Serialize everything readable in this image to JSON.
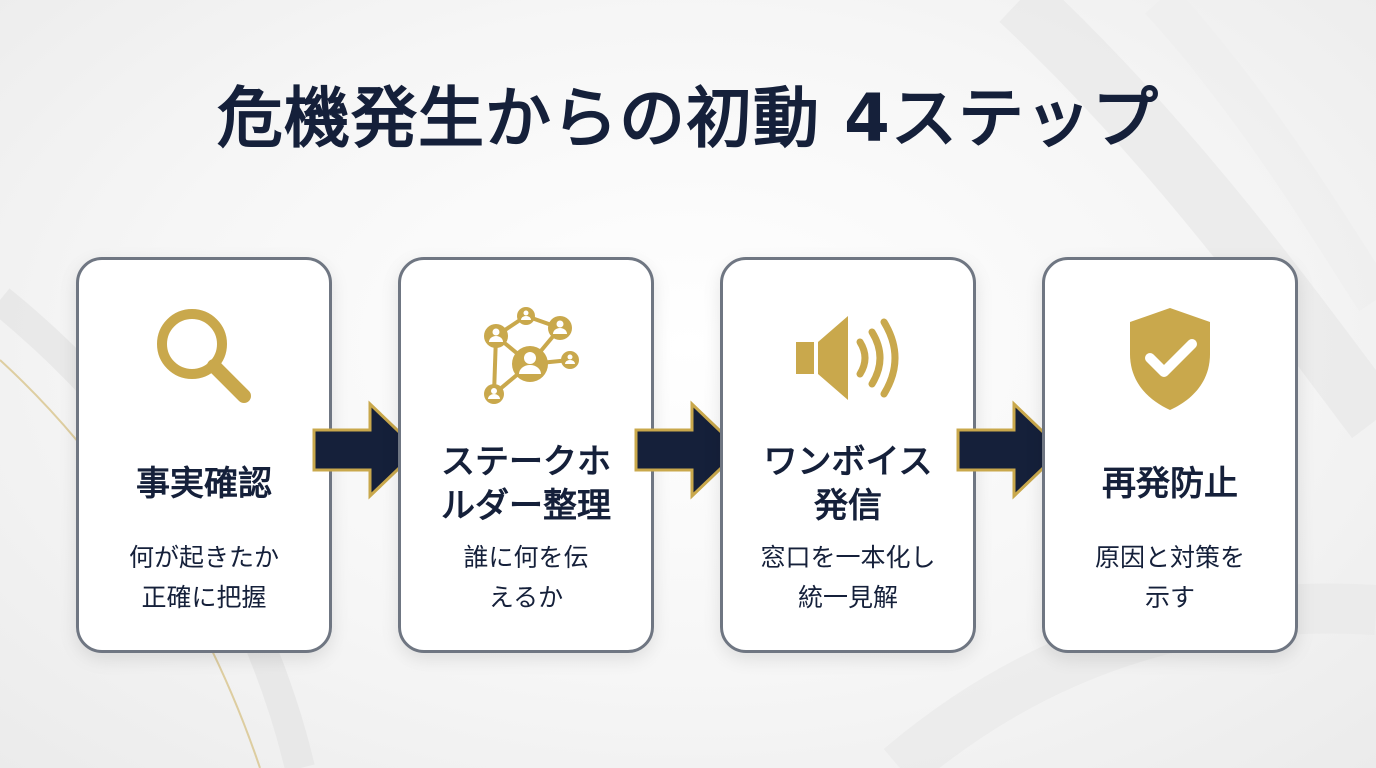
{
  "title": "危機発生からの初動 4ステップ",
  "colors": {
    "navy": "#15203a",
    "gold": "#c9a84c",
    "card_border": "#6f7682"
  },
  "steps": [
    {
      "icon": "magnifier-icon",
      "heading": "事実確認",
      "description": "何が起きたか\n正確に把握"
    },
    {
      "icon": "stakeholder-network-icon",
      "heading": "ステークホ\nルダー整理",
      "description": "誰に何を伝\nえるか"
    },
    {
      "icon": "speaker-icon",
      "heading": "ワンボイス\n発信",
      "description": "窓口を一本化し\n統一見解"
    },
    {
      "icon": "shield-check-icon",
      "heading": "再発防止",
      "description": "原因と対策を\n示す"
    }
  ]
}
